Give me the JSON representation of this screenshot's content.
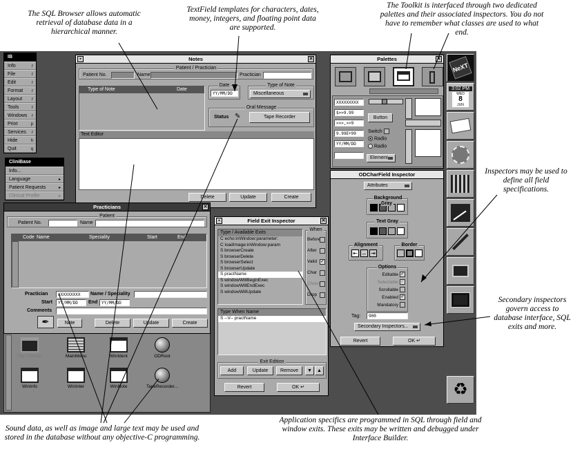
{
  "annotations": {
    "sql_browser": "The SQL Browser allows automatic retrieval of database data in a hierarchical manner.",
    "textfield": "TextField templates for characters, dates, money, integers, and floating point data are supported.",
    "toolkit": "The Toolkit is interfaced through two dedicated palettes and their associated inspectors. You do not have to remember what classes are used to what end.",
    "inspectors": "Inspectors may be used to define all field specifications.",
    "secondary": "Secondary inspectors govern access to database interface, SQL exits and more.",
    "app_specifics": "Application specifics are programmed in SQL through field and window exits. These exits may be written and debugged under Interface Builder.",
    "sound": "Sound data, as well as image and large text may be used and stored in the database without any objective-C programming."
  },
  "ib_menu": {
    "title": "IB",
    "items": [
      {
        "label": "Info",
        "key": "r"
      },
      {
        "label": "File",
        "key": "r"
      },
      {
        "label": "Edit",
        "key": "r"
      },
      {
        "label": "Format",
        "key": "r"
      },
      {
        "label": "Layout",
        "key": "r"
      },
      {
        "label": "Tools",
        "key": "r"
      },
      {
        "label": "Windows",
        "key": "r"
      },
      {
        "label": "Print",
        "key": "p"
      },
      {
        "label": "Services",
        "key": "r"
      },
      {
        "label": "Hide",
        "key": "h"
      },
      {
        "label": "Quit",
        "key": "q"
      }
    ]
  },
  "clinibase_menu": {
    "title": "CliniBase",
    "items": [
      "Info...",
      "Language",
      "Patient Requests",
      "Clinical Profile"
    ]
  },
  "notes": {
    "title": "Notes",
    "patient_group": "Patient / Practician",
    "patient_no": "Patient No.",
    "name": "Name",
    "practician": "Practician",
    "date_label": "Date",
    "date_value": "YY/MM/DD",
    "type_of_note": "Type of Note",
    "type_value": "Miscellaneous",
    "col_type": "Type of Note",
    "col_date": "Date",
    "oral_message": "Oral Message",
    "status": "Status",
    "tape_recorder": "Tape Recorder",
    "text_editor": "Text Editor",
    "delete": "Delete",
    "update": "Update",
    "create": "Create"
  },
  "practicians": {
    "title": "Practicians",
    "patient_group": "Patient",
    "patient_no": "Patient No.",
    "name": "Name",
    "cols": [
      "Code",
      "Name",
      "Speciality",
      "Start",
      "End"
    ],
    "practician": "Practician",
    "practician_value": "XXXXXXXXX",
    "name_speciality": "Name / Speciality",
    "start": "Start",
    "start_value": "YY/MM/DD",
    "end": "End",
    "end_value": "YY/MM/DD",
    "comments": "Comments",
    "note": "Note",
    "delete": "Delete",
    "update": "Update",
    "create": "Create"
  },
  "field_exit": {
    "title": "Field Exit Inspector",
    "header": "Type / Available Exits",
    "exits": [
      "C  echo:inWindow:parameter:",
      "C  loadImage:inWindow:param",
      "S  browserCreate",
      "S  browserDelete",
      "S  browserSelect",
      "S  browserUpdate",
      "S  practName",
      "S  windowWillBeginExec",
      "S  windowWillEndExec",
      "S  windowWillUpdate"
    ],
    "when": "When",
    "when_items": [
      {
        "label": "Before",
        "on": false
      },
      {
        "label": "After",
        "on": false
      },
      {
        "label": "Valid",
        "on": true
      },
      {
        "label": "Char",
        "on": false
      },
      {
        "label": "Choice",
        "on": false
      },
      {
        "label": "Drop",
        "on": false
      }
    ],
    "type_when_name": "Type When  Name",
    "type_when_row": "S  --V--  practName",
    "exit_edition": "Exit Edition",
    "add": "Add",
    "update": "Update",
    "remove": "Remove",
    "revert": "Revert",
    "ok": "OK"
  },
  "palettes": {
    "title": "Palettes",
    "fields": [
      "XXXXXXXXX",
      "$>>9.99",
      ">>>,>>9",
      "9.99E+99",
      "YY/MM/DD"
    ],
    "button": "Button",
    "switch": "Switch",
    "radio1": "Radio",
    "radio2": "Radio",
    "element": "Element"
  },
  "inspector": {
    "title": "ODCharField Inspector",
    "attributes": "Attributes",
    "background_gray": "Background Gray",
    "text_gray": "Text Gray",
    "alignment": "Alignment",
    "border": "Border",
    "options": "Options",
    "option_items": [
      {
        "label": "Editable",
        "on": true
      },
      {
        "label": "Selectable",
        "on": true
      },
      {
        "label": "Scrollable",
        "on": false
      },
      {
        "label": "Enabled",
        "on": true
      },
      {
        "label": "Mandatory",
        "on": false
      }
    ],
    "tag_label": "Tag:",
    "tag_value": "900",
    "secondary": "Secondary Inspectors...",
    "revert": "Revert",
    "ok": "OK"
  },
  "shelf": [
    {
      "label": "File's Owner"
    },
    {
      "label": "MainMenu"
    },
    {
      "label": "WinIdent"
    },
    {
      "label": "ODRoot"
    },
    {
      "label": "WinInfo"
    },
    {
      "label": "WinInter"
    },
    {
      "label": "WinNote"
    },
    {
      "label": "TapeRecorder..."
    }
  ],
  "dock": {
    "clock_time": "3:02",
    "clock_unit": "PM",
    "cal_day": "WED",
    "cal_date": "8",
    "cal_month": "JUN"
  }
}
